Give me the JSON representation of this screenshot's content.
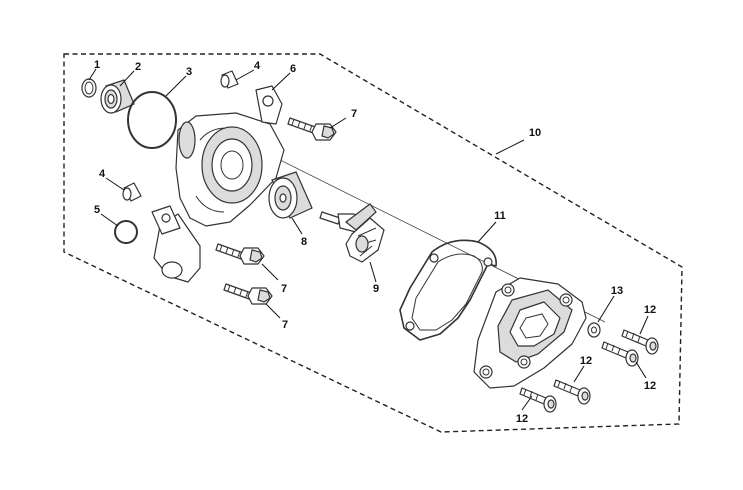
{
  "diagram": {
    "callouts": [
      {
        "id": "c1",
        "label": "1"
      },
      {
        "id": "c2",
        "label": "2"
      },
      {
        "id": "c3",
        "label": "3"
      },
      {
        "id": "c4a",
        "label": "4"
      },
      {
        "id": "c4b",
        "label": "4"
      },
      {
        "id": "c5",
        "label": "5"
      },
      {
        "id": "c6",
        "label": "6"
      },
      {
        "id": "c7a",
        "label": "7"
      },
      {
        "id": "c7b",
        "label": "7"
      },
      {
        "id": "c7c",
        "label": "7"
      },
      {
        "id": "c8",
        "label": "8"
      },
      {
        "id": "c9",
        "label": "9"
      },
      {
        "id": "c10",
        "label": "10"
      },
      {
        "id": "c11",
        "label": "11"
      },
      {
        "id": "c12a",
        "label": "12"
      },
      {
        "id": "c12b",
        "label": "12"
      },
      {
        "id": "c12c",
        "label": "12"
      },
      {
        "id": "c12d",
        "label": "12"
      },
      {
        "id": "c13",
        "label": "13"
      }
    ]
  }
}
